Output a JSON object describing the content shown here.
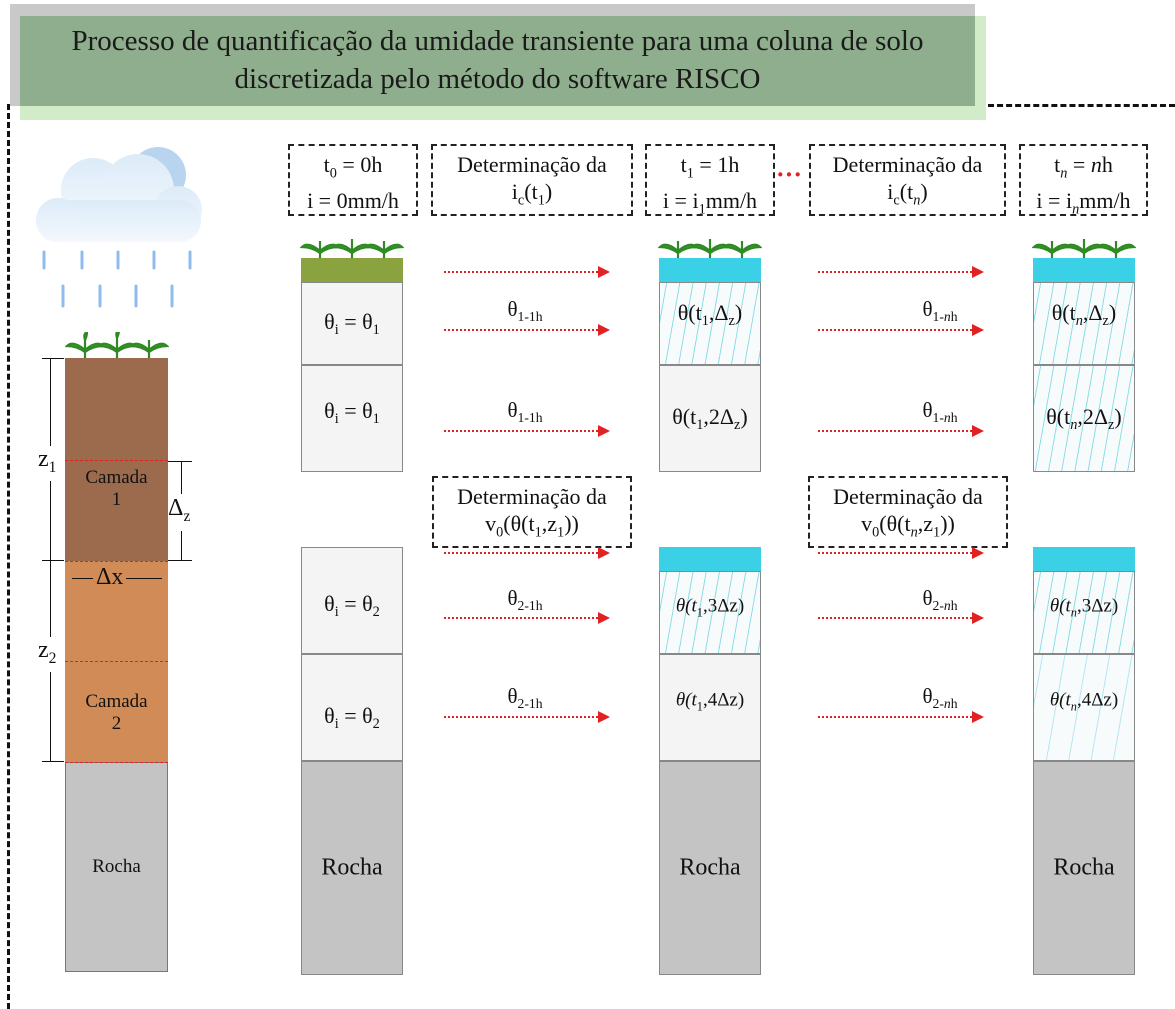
{
  "title": {
    "line1": "Processo de quantificação da umidade transiente para uma coluna de solo",
    "line2": "discretizada pelo método do software RISCO"
  },
  "left_column": {
    "z1": "z",
    "z1_sub": "1",
    "z2": "z",
    "z2_sub": "2",
    "layer1": [
      "Camada",
      "1"
    ],
    "layer2": [
      "Camada",
      "2"
    ],
    "dz": "Δ",
    "dz_sub": "z",
    "dx": "Δx",
    "rock": "Rocha"
  },
  "headers": {
    "t0": {
      "line1_a": "t",
      "line1_sub": "0",
      "line1_b": " = 0h",
      "line2": "i = 0mm/h"
    },
    "ic1": {
      "line1": "Determinação da",
      "line2_a": "i",
      "line2_sub": "c",
      "line2_b": "(t",
      "line2_sub2": "1",
      "line2_c": ")"
    },
    "t1": {
      "line1_a": "t",
      "line1_sub": "1",
      "line1_b": " = 1h",
      "line2_a": "i = i",
      "line2_sub": "1",
      "line2_b": "mm/h"
    },
    "ellipsis": "···",
    "icn": {
      "line1": "Determinação da",
      "line2_a": "i",
      "line2_sub": "c",
      "line2_b": "(t",
      "line2_sub2": "n",
      "line2_c": ")"
    },
    "tn": {
      "line1_a": "t",
      "line1_sub": "n",
      "line1_b": " = ",
      "line1_n": "n",
      "line1_c": "h",
      "line2_a": "i = i",
      "line2_sub": "n",
      "line2_b": "mm/h"
    }
  },
  "v0_boxes": {
    "v1": {
      "line1": "Determinação da",
      "line2_a": "v",
      "line2_sub": "0",
      "line2_b": "(θ(t",
      "line2_sub2": "1",
      "line2_c": ",z",
      "line2_sub3": "1",
      "line2_d": "))"
    },
    "vn": {
      "line1": "Determinação da",
      "line2_a": "v",
      "line2_sub": "0",
      "line2_b": "(θ(t",
      "line2_sub2": "n",
      "line2_c": ",z",
      "line2_sub3": "1",
      "line2_d": "))"
    }
  },
  "col0": {
    "c1": {
      "a": "θ",
      "sub": "i",
      "b": " = θ",
      "sub2": "1"
    },
    "c2": {
      "a": "θ",
      "sub": "i",
      "b": " = θ",
      "sub2": "1"
    },
    "c3": {
      "a": "θ",
      "sub": "i",
      "b": " = θ",
      "sub2": "2"
    },
    "c4": {
      "a": "θ",
      "sub": "i",
      "b": " = θ",
      "sub2": "2"
    },
    "rock": "Rocha"
  },
  "col1": {
    "c1": {
      "a": "θ(t",
      "sub": "1",
      "b": ",Δ",
      "sub2": "z",
      "c": ")"
    },
    "c2": {
      "a": "θ(t",
      "sub": "1",
      "b": ",2Δ",
      "sub2": "z",
      "c": ")"
    },
    "c3": {
      "a": "θ(t",
      "sub": "1",
      "b": ",3Δz)"
    },
    "c4": {
      "a": "θ(t",
      "sub": "1",
      "b": ",4Δz)"
    },
    "rock": "Rocha"
  },
  "coln": {
    "c1": {
      "a": "θ(t",
      "sub": "n",
      "b": ",Δ",
      "sub2": "z",
      "c": ")"
    },
    "c2": {
      "a": "θ(t",
      "sub": "n",
      "b": ",2Δ",
      "sub2": "z",
      "c": ")"
    },
    "c3": {
      "a": "θ(t",
      "sub": "n",
      "b": ",3Δz)"
    },
    "c4": {
      "a": "θ(t",
      "sub": "n",
      "b": ",4Δz)"
    },
    "rock": "Rocha"
  },
  "arrows1": {
    "a1": {
      "a": "θ",
      "sub": "1-1h"
    },
    "a2": {
      "a": "θ",
      "sub": "1-1h"
    },
    "a3": {
      "a": "θ",
      "sub": "2-1h"
    },
    "a4": {
      "a": "θ",
      "sub": "2-1h"
    }
  },
  "arrowsn": {
    "a1": {
      "a": "θ",
      "sub_a": "1-",
      "sub_n": "n",
      "sub_b": "h"
    },
    "a2": {
      "a": "θ",
      "sub_a": "1-",
      "sub_n": "n",
      "sub_b": "h"
    },
    "a3": {
      "a": "θ",
      "sub_a": "2-",
      "sub_n": "n",
      "sub_b": "h"
    },
    "a4": {
      "a": "θ",
      "sub_a": "2-",
      "sub_n": "n",
      "sub_b": "h"
    }
  },
  "colors": {
    "water": "#3ad0e6",
    "topsoil": "#8aa33f",
    "layer1": "#9c6b4e",
    "layer2": "#d08b57",
    "rock": "#c4c4c4",
    "arrow": "#e22222"
  },
  "icons": [
    "rain-cloud-icon",
    "plant-icon"
  ]
}
